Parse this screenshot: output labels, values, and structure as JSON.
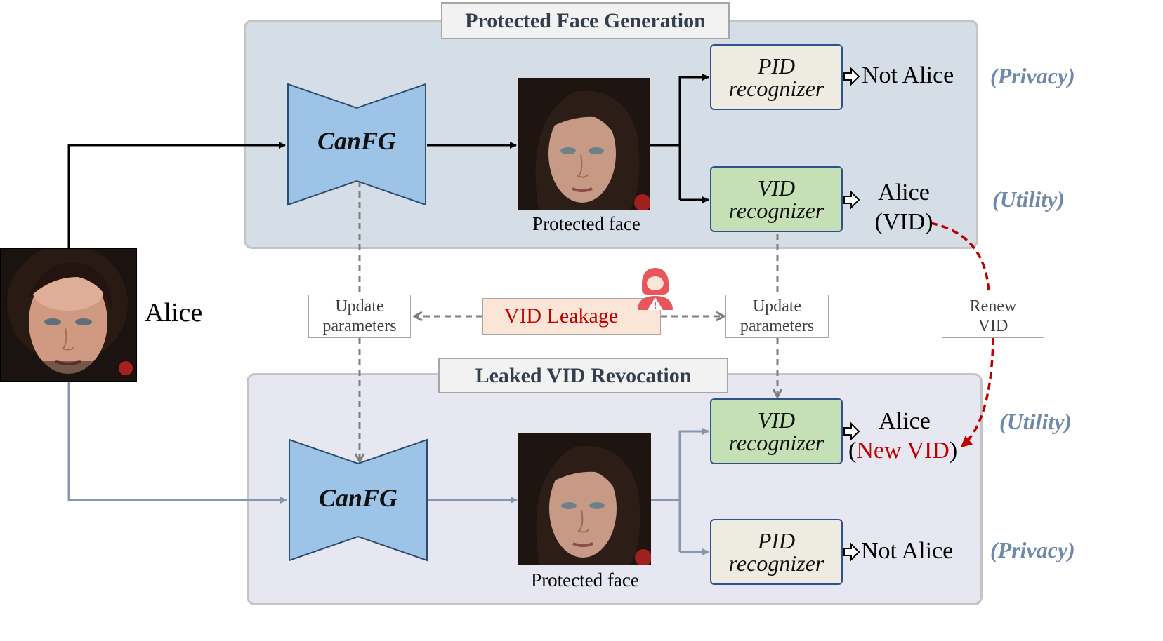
{
  "top_section": {
    "title": "Protected Face Generation",
    "generator_label": "CanFG",
    "face_caption": "Protected face",
    "pid": {
      "line1": "PID",
      "line2": "recognizer",
      "result": "Not Alice",
      "tag": "(Privacy)"
    },
    "vid": {
      "line1": "VID",
      "line2": "recognizer",
      "result_line1": "Alice",
      "result_line2": "(VID)",
      "tag": "(Utility)"
    }
  },
  "middle": {
    "input_name": "Alice",
    "update_left": {
      "line1": "Update",
      "line2": "parameters"
    },
    "update_right": {
      "line1": "Update",
      "line2": "parameters"
    },
    "leakage": "VID Leakage",
    "renew": {
      "line1": "Renew",
      "line2": "VID"
    }
  },
  "bottom_section": {
    "title": "Leaked VID Revocation",
    "generator_label": "CanFG",
    "face_caption": "Protected face",
    "vid": {
      "line1": "VID",
      "line2": "recognizer",
      "result_line1": "Alice",
      "result_open": "(",
      "result_new": "New VID",
      "result_close": ")",
      "tag": "(Utility)"
    },
    "pid": {
      "line1": "PID",
      "line2": "recognizer",
      "result": "Not Alice",
      "tag": "(Privacy)"
    }
  },
  "colors": {
    "panel_top": "#d5dde6",
    "panel_bottom": "#e6e7f1",
    "panel_border": "#c4c4c4",
    "canfg_fill": "#9dc3e6",
    "canfg_stroke": "#2d4d6f",
    "pid_fill": "#eeece1",
    "vid_fill": "#c5e0b4",
    "recognizer_border": "#2f528f",
    "vid_border_top": "#2f528f",
    "vid_border_bottom": "#2f528f",
    "tag_color": "#6e89aa",
    "leak_fill": "#fbe5d6",
    "leak_text": "#c00000",
    "renew_arrow": "#c00000",
    "top_arrows": "#000000",
    "bottom_arrows": "#8497b0",
    "dashed_gray": "#7f7f7f"
  }
}
